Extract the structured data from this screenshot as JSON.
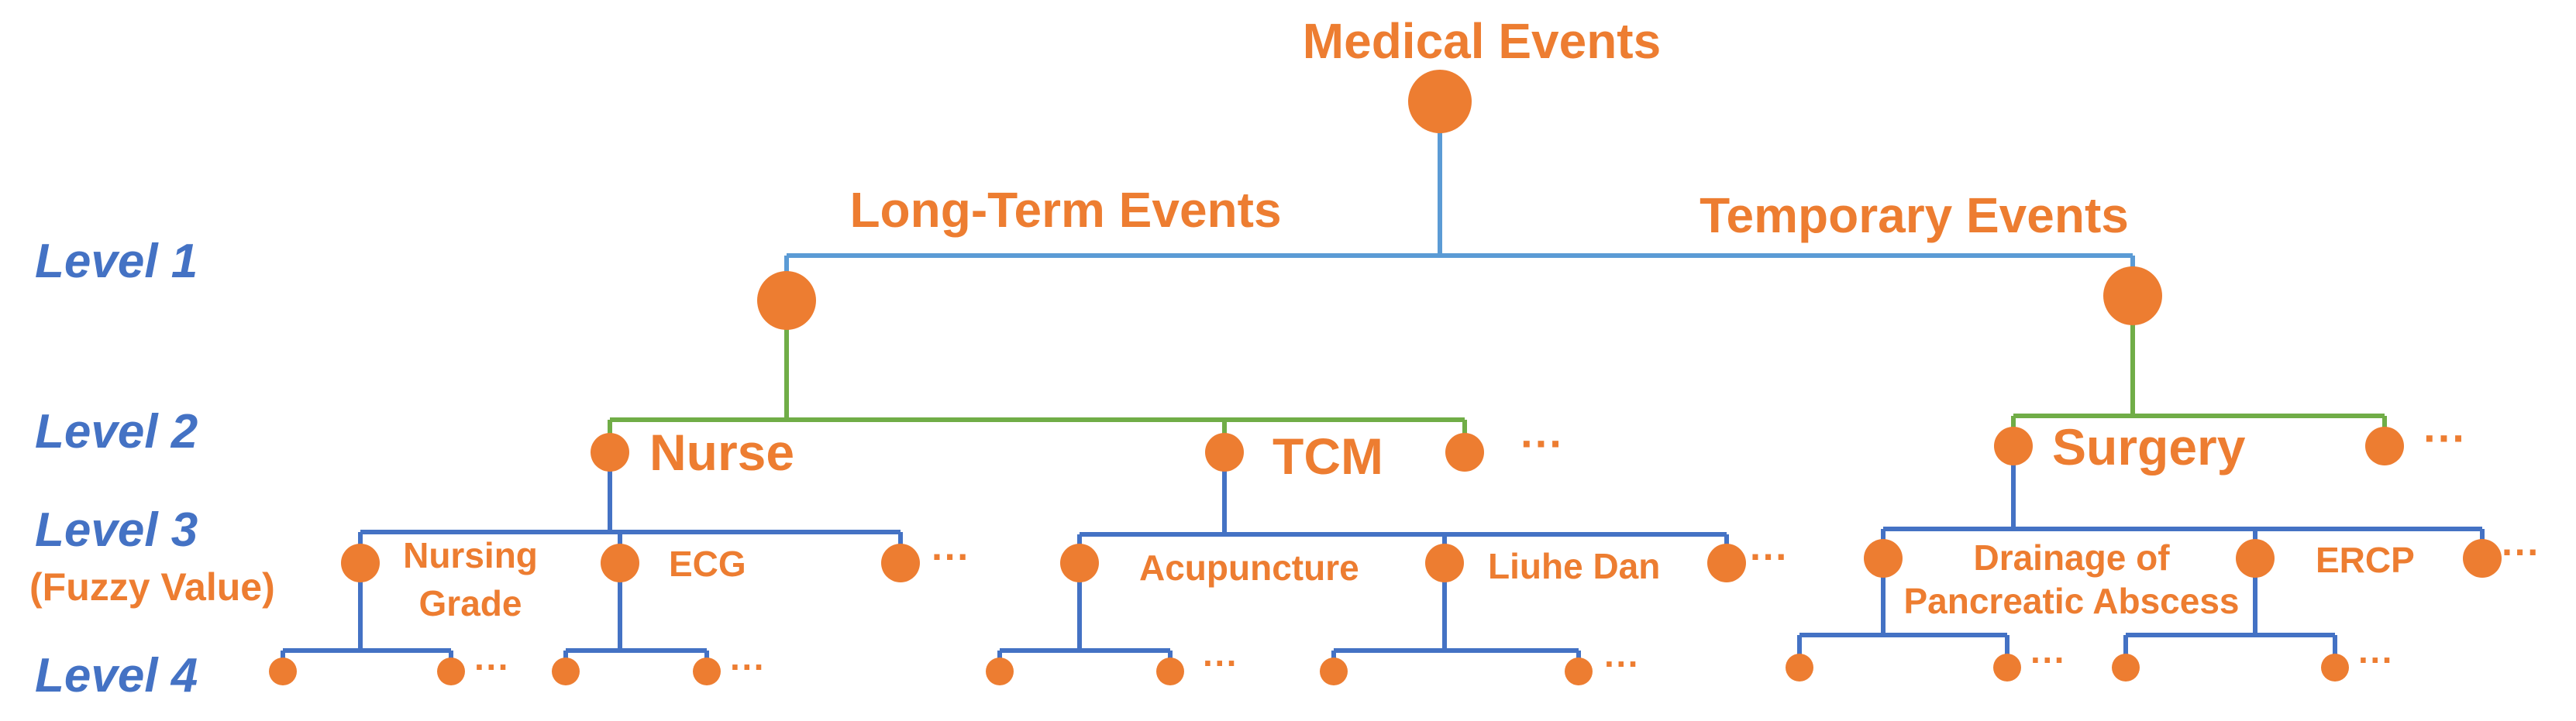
{
  "levels": {
    "level1": "Level 1",
    "level2": "Level 2",
    "level3": "Level 3",
    "level3_note": "(Fuzzy Value)",
    "level4": "Level 4"
  },
  "root": {
    "label": "Medical Events"
  },
  "level1_nodes": {
    "long_term": "Long-Term Events",
    "temporary": "Temporary Events"
  },
  "level2_nodes": {
    "nurse": "Nurse",
    "tcm": "TCM",
    "surgery": "Surgery",
    "more": "···"
  },
  "level3_nodes": {
    "nursing_grade_line1": "Nursing",
    "nursing_grade_line2": "Grade",
    "ecg": "ECG",
    "acupuncture": "Acupuncture",
    "liuhe_dan": "Liuhe Dan",
    "drainage_line1": "Drainage of",
    "drainage_line2": "Pancreatic Abscess",
    "ercp": "ERCP",
    "more": "···"
  },
  "level4_nodes": {
    "more": "···"
  },
  "colors": {
    "node": "#ED7D31",
    "label": "#ED7D31",
    "level_label": "#4472C4",
    "edge_level1": "#5B9BD5",
    "edge_level2": "#70AD47",
    "edge_level3": "#4472C4"
  }
}
